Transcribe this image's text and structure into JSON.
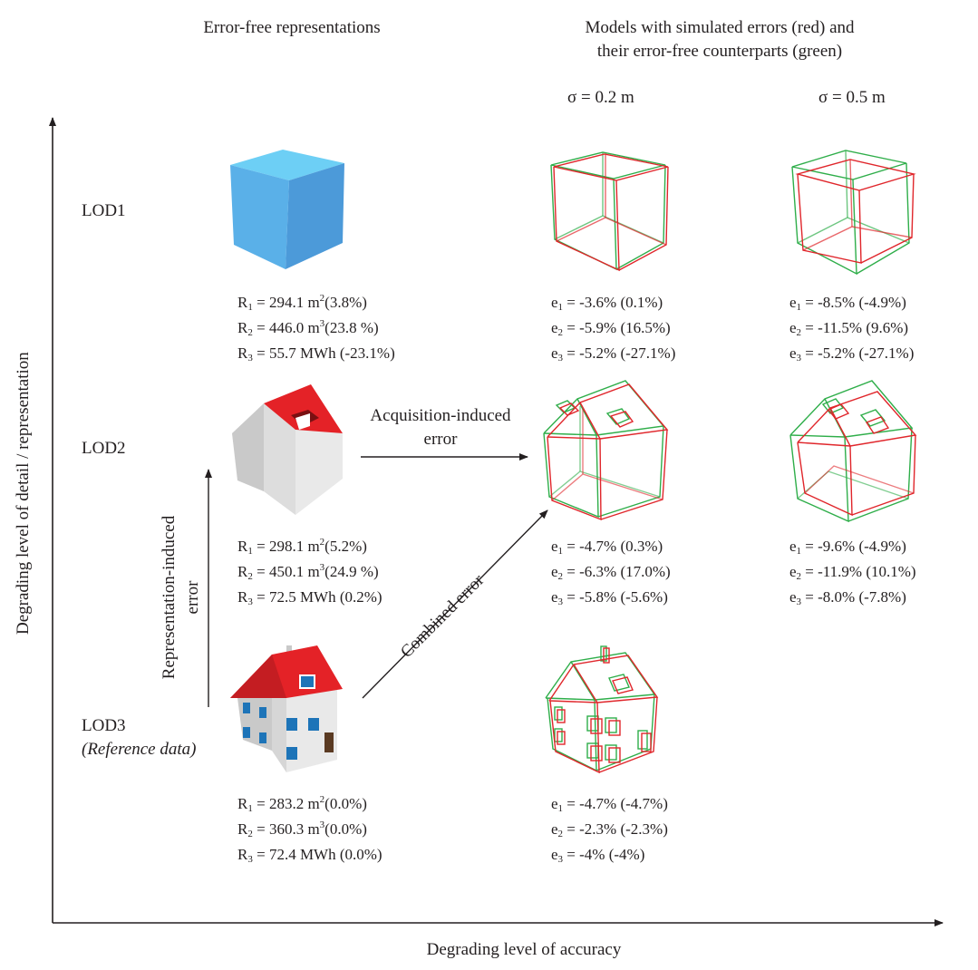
{
  "headers": {
    "left": "Error-free representations",
    "right_line1": "Models with simulated errors (red) and",
    "right_line2": "their error-free counterparts (green)",
    "sigma1": "σ = 0.2 m",
    "sigma2": "σ = 0.5 m"
  },
  "axes": {
    "x_label": "Degrading level of accuracy",
    "y_label": "Degrading level of detail / representation"
  },
  "lod_labels": {
    "lod1": "LOD1",
    "lod2": "LOD2",
    "lod3": "LOD3",
    "lod3_note": "(Reference data)"
  },
  "arrows": {
    "acquisition_line1": "Acquisition-induced",
    "acquisition_line2": "error",
    "representation_line1": "Representation-induced",
    "representation_line2": "error",
    "combined": "Combined error"
  },
  "values": {
    "lod1": {
      "r1": "294.1",
      "r1_unit": "m",
      "r1_pct": "(3.8%)",
      "r2": "446.0",
      "r2_unit": "m",
      "r2_pct": "(23.8 %)",
      "r3": "55.7",
      "r3_unit": "MWh",
      "r3_pct": "(-23.1%)",
      "s02": [
        "-3.6% (0.1%)",
        "-5.9% (16.5%)",
        "-5.2% (-27.1%)"
      ],
      "s05": [
        "-8.5% (-4.9%)",
        "-11.5% (9.6%)",
        "-5.2% (-27.1%)"
      ]
    },
    "lod2": {
      "r1": "298.1",
      "r1_unit": "m",
      "r1_pct": "(5.2%)",
      "r2": "450.1",
      "r2_unit": "m",
      "r2_pct": "(24.9 %)",
      "r3": "72.5",
      "r3_unit": "MWh",
      "r3_pct": "(0.2%)",
      "s02": [
        "-4.7% (0.3%)",
        "-6.3% (17.0%)",
        "-5.8% (-5.6%)"
      ],
      "s05": [
        "-9.6% (-4.9%)",
        "-11.9% (10.1%)",
        "-8.0% (-7.8%)"
      ]
    },
    "lod3": {
      "r1": "283.2",
      "r1_unit": "m",
      "r1_pct": "(0.0%)",
      "r2": "360.3",
      "r2_unit": "m",
      "r2_pct": "(0.0%)",
      "r3": "72.4",
      "r3_unit": "MWh",
      "r3_pct": "(0.0%)",
      "s02": [
        "-4.7% (-4.7%)",
        "-2.3% (-2.3%)",
        "-4% (-4%)"
      ]
    }
  },
  "colors": {
    "error": "#e0262b",
    "error_free": "#2fae4a",
    "cube_top": "#6dcff5",
    "cube_left": "#5ab0e8",
    "cube_right": "#4c9ad9",
    "roof": "#e42227",
    "wall_light": "#e9e9e9",
    "wall_dark": "#c9c9c9",
    "window": "#1d74b8",
    "ink": "#231f20"
  }
}
